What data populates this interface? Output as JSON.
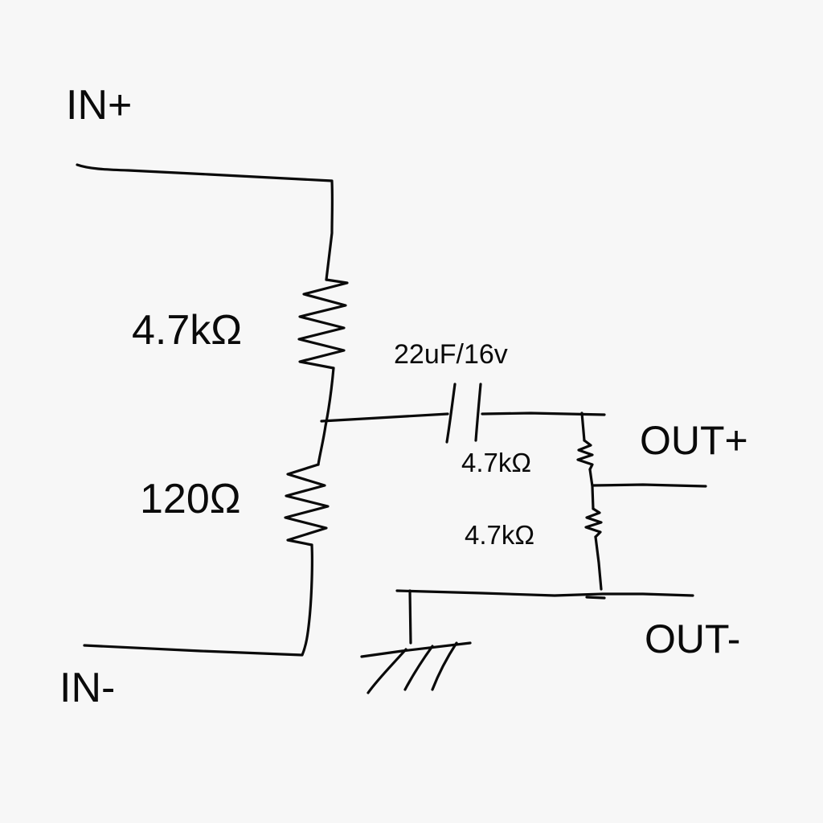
{
  "terminals": {
    "in_plus": "IN+",
    "in_minus": "IN-",
    "out_plus": "OUT+",
    "out_minus": "OUT-"
  },
  "components": {
    "r1": "4.7kΩ",
    "r2": "120Ω",
    "c1": "22uF/16v",
    "r3": "4.7kΩ",
    "r4": "4.7kΩ"
  }
}
